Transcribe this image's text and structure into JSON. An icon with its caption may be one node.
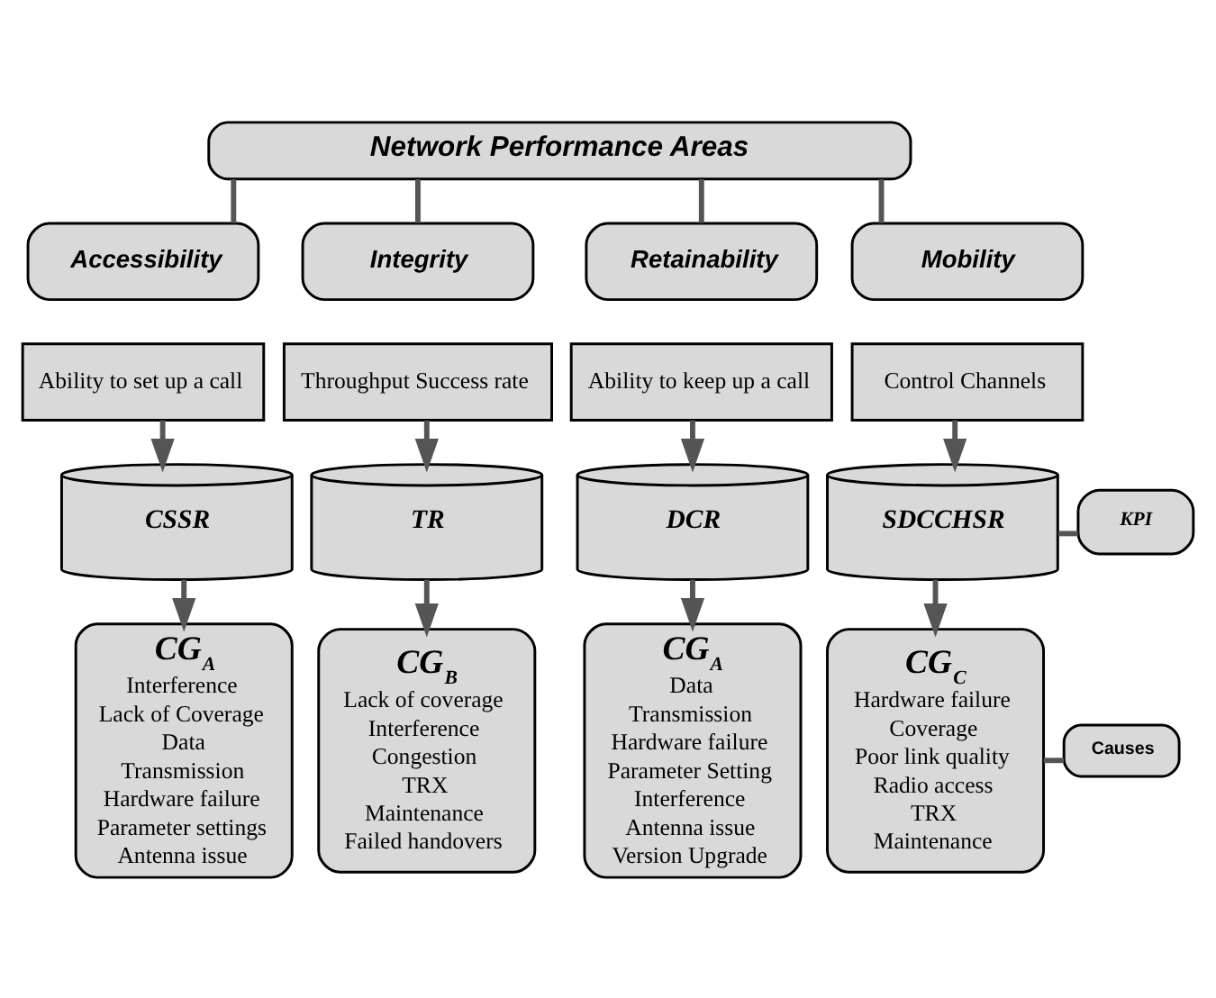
{
  "diagram": {
    "nodes": [
      {
        "text": [
          "Network Performance Areas"
        ]
      },
      {
        "text": [
          "Accessibility"
        ]
      },
      {
        "text": [
          "Integrity"
        ]
      },
      {
        "text": [
          "Retainability"
        ]
      },
      {
        "text": [
          "Mobility"
        ]
      },
      {
        "text": [
          "Ability to set up a call"
        ]
      },
      {
        "text": [
          "Throughput Success rate"
        ]
      },
      {
        "text": [
          "Ability to keep up a call"
        ]
      },
      {
        "text": [
          "Control Channels"
        ]
      },
      {
        "text": [
          "CSSR"
        ]
      },
      {
        "text": [
          "TR"
        ]
      },
      {
        "text": [
          "DCR"
        ]
      },
      {
        "text": [
          "SDCCHSR"
        ]
      },
      {
        "text": [
          "KPI"
        ]
      },
      {
        "text": [
          "CG$_{A}$",
          "Interference",
          "Lack of Coverage",
          "Data",
          "Transmission",
          "Hardware failure",
          "Parameter settings",
          "Antenna issue"
        ]
      },
      {
        "text": [
          "CG$_{B}$",
          "Lack of coverage",
          "Interference",
          "Congestion",
          "TRX",
          "Maintenance",
          "Failed handovers"
        ]
      },
      {
        "text": [
          "CG$_{A}$",
          "Data",
          "Transmission",
          "Hardware failure",
          "Parameter Setting",
          "Interference",
          "Antenna issue",
          "Version Upgrade"
        ]
      },
      {
        "text": [
          "CG$_{C}$",
          "Hardware failure",
          "Coverage",
          "Poor link quality",
          "Radio access",
          "TRX",
          "Maintenance"
        ]
      },
      {
        "text": [
          "Causes"
        ]
      }
    ],
    "edges": [
      {
        "from": 0,
        "to": 1,
        "arrow": "none"
      },
      {
        "from": 0,
        "to": 2,
        "arrow": "none"
      },
      {
        "from": 0,
        "to": 3,
        "arrow": "none"
      },
      {
        "from": 0,
        "to": 4,
        "arrow": "none"
      },
      {
        "from": 5,
        "to": 9,
        "arrow": "to"
      },
      {
        "from": 6,
        "to": 10,
        "arrow": "to"
      },
      {
        "from": 7,
        "to": 11,
        "arrow": "to"
      },
      {
        "from": 8,
        "to": 12,
        "arrow": "to"
      },
      {
        "from": 12,
        "to": 13,
        "arrow": "none"
      },
      {
        "from": 9,
        "to": 14,
        "arrow": "to"
      },
      {
        "from": 10,
        "to": 15,
        "arrow": "to"
      },
      {
        "from": 11,
        "to": 16,
        "arrow": "to"
      },
      {
        "from": 12,
        "to": 17,
        "arrow": "to"
      },
      {
        "from": 17,
        "to": 18,
        "arrow": "none"
      }
    ]
  }
}
